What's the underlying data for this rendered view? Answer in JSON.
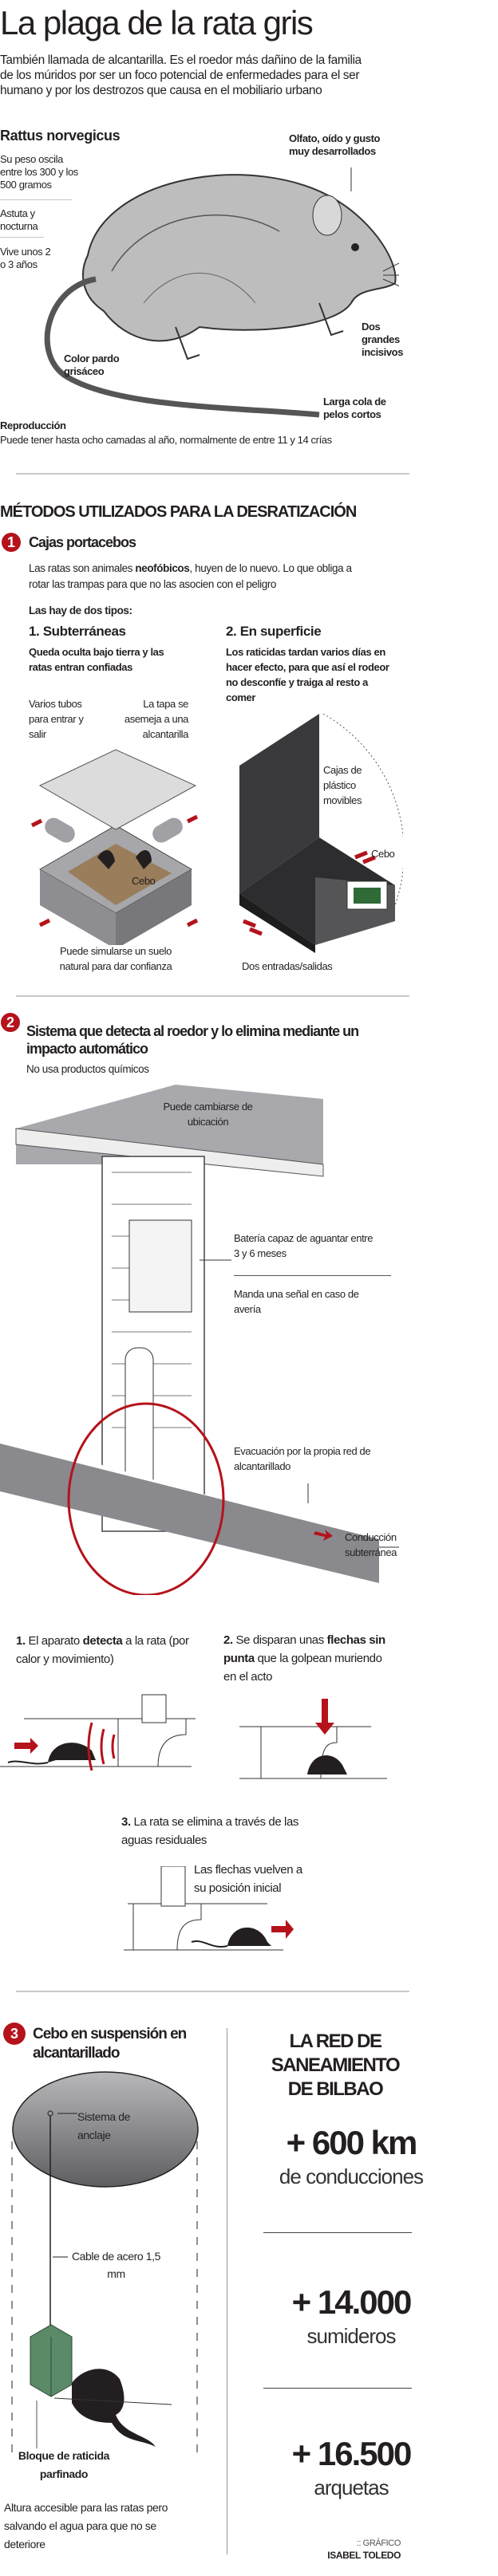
{
  "title": "La plaga de la rata gris",
  "intro": "También llamada de alcantarilla. Es el roedor más dañino de la familia de los múridos por ser un foco potencial de enfermedades para el ser humano y por los destrozos que causa en el mobiliario urbano",
  "species": {
    "name": "Rattus norvegicus",
    "weight": "Su peso oscila entre los 300 y los 500 gramos",
    "behaviour": "Astuta y nocturna",
    "life": "Vive unos 2 o 3 años",
    "senses": "Olfato, oído y gusto muy desarrollados",
    "teeth": "Dos grandes incisivos",
    "color": "Color pardo grisáceo",
    "tail": "Larga cola de pelos cortos",
    "repro_title": "Reproducción",
    "repro_text": "Puede tener hasta ocho camadas al año, normalmente de entre 11 y 14 crías"
  },
  "methods_title": "MÉTODOS UTILIZADOS PARA LA DESRATIZACIÓN",
  "m1": {
    "num": "1",
    "title": "Cajas portacebos",
    "text_a": "Las ratas son animales ",
    "text_bold": "neofóbicos",
    "text_b": ", huyen de lo nuevo. Lo que obliga a rotar las trampas para que no las asocien con el peligro",
    "types": "Las hay de dos tipos:",
    "t1": {
      "title": "1. Subterráneas",
      "desc": "Queda oculta bajo tierra y las ratas entran confiadas",
      "tubes": "Varios tubos para entrar y salir",
      "lid": "La tapa se asemeja a una alcantarilla",
      "bait": "Cebo",
      "floor": "Puede simularse un suelo natural para dar confianza"
    },
    "t2": {
      "title": "2. En superficie",
      "desc": "Los raticidas tardan varios días en hacer efecto, para que así el rodeor no desconfíe y traiga al resto a comer",
      "boxes": "Cajas de plástico movibles",
      "bait": "Cebo",
      "entries": "Dos entradas/salidas"
    }
  },
  "m2": {
    "num": "2",
    "title": "Sistema que detecta al roedor y lo elimina mediante un impacto automático",
    "sub": "No usa productos químicos",
    "move": "Puede cambiarse de ubicación",
    "battery": "Batería capaz de aguantar entre 3 y 6 meses",
    "signal": "Manda una señal en caso de avería",
    "evac": "Evacuación por la propia red de alcantarillado",
    "pipe": "Conducción subterránea",
    "s1": {
      "n": "1.",
      "a": "El aparato ",
      "b": "detecta",
      "c": " a la rata (por calor y movimiento)"
    },
    "s2": {
      "n": "2.",
      "a": "Se disparan unas ",
      "b": "flechas sin punta",
      "c": " que la golpean muriendo en el acto"
    },
    "s3": {
      "n": "3.",
      "a": "La rata se elimina a través de las aguas residuales",
      "note": "Las flechas vuelven a su posición inicial"
    }
  },
  "m3": {
    "num": "3",
    "title": "Cebo en suspensión en alcantarillado",
    "anchor": "Sistema de anclaje",
    "cable": "Cable de acero 1,5 mm",
    "block": "Bloque de raticida parfinado",
    "height": "Altura accesible para las ratas pero salvando el agua para que no se deteriore"
  },
  "network": {
    "title": "LA RED DE SANEAMIENTO DE BILBAO",
    "stats": [
      {
        "value": "+ 600 km",
        "label": "de conducciones"
      },
      {
        "value": "+ 14.000",
        "label": "sumideros"
      },
      {
        "value": "+ 16.500",
        "label": "arquetas"
      }
    ]
  },
  "credit": {
    "label": ":: GRÁFICO",
    "author": "ISABEL TOLEDO"
  },
  "colors": {
    "accent": "#b5121b",
    "text": "#231f20",
    "green": "#5b8a68"
  }
}
